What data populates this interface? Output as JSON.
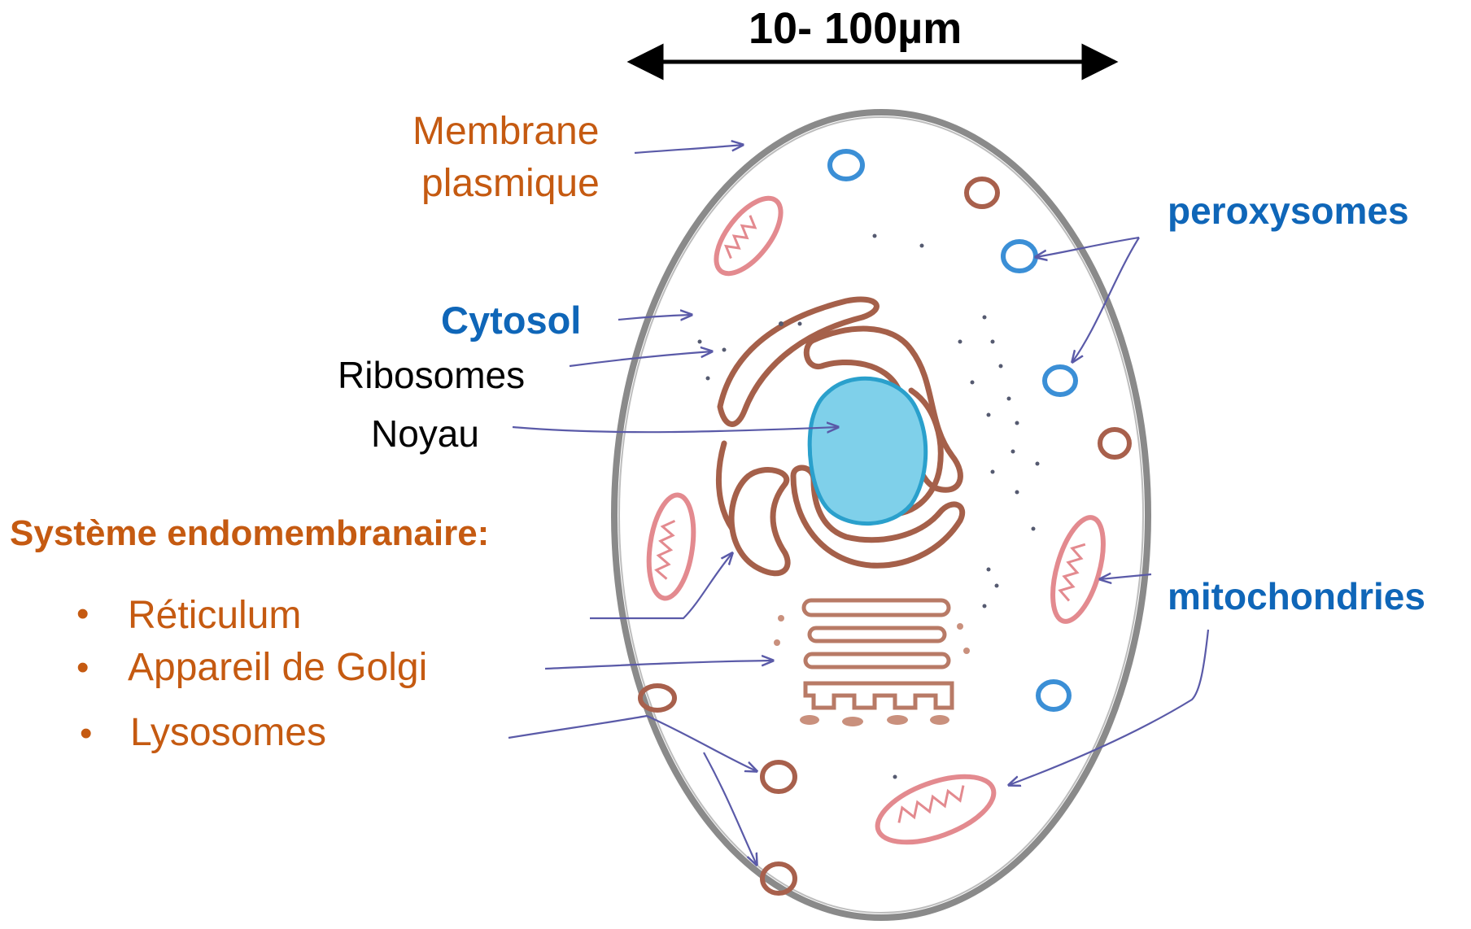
{
  "scale_label": "10- 100µm",
  "labels": {
    "membrane_line1": "Membrane",
    "membrane_line2": "plasmique",
    "cytosol": "Cytosol",
    "ribosomes": "Ribosomes",
    "noyau": "Noyau",
    "peroxysomes": "peroxysomes",
    "mitochondries": "mitochondries",
    "endo_title": "Système endomembranaire:"
  },
  "endo_items": [
    "Réticulum",
    "Appareil de Golgi",
    "Lysosomes"
  ],
  "bullet": "•",
  "colors": {
    "membrane_label": "#c55a11",
    "organelle_label": "#0f66b8",
    "membrane": "#8a8a8a",
    "reticulum": "#a5604a",
    "golgi": "#b87a66",
    "nucleus_fill": "#7fd0ea",
    "nucleus_edge": "#2aa0cc",
    "peroxisome": "#3b8fd6",
    "mitochondria": "#e38a8f",
    "lysosome": "#a8604c",
    "arrow": "#5a5aa8"
  }
}
